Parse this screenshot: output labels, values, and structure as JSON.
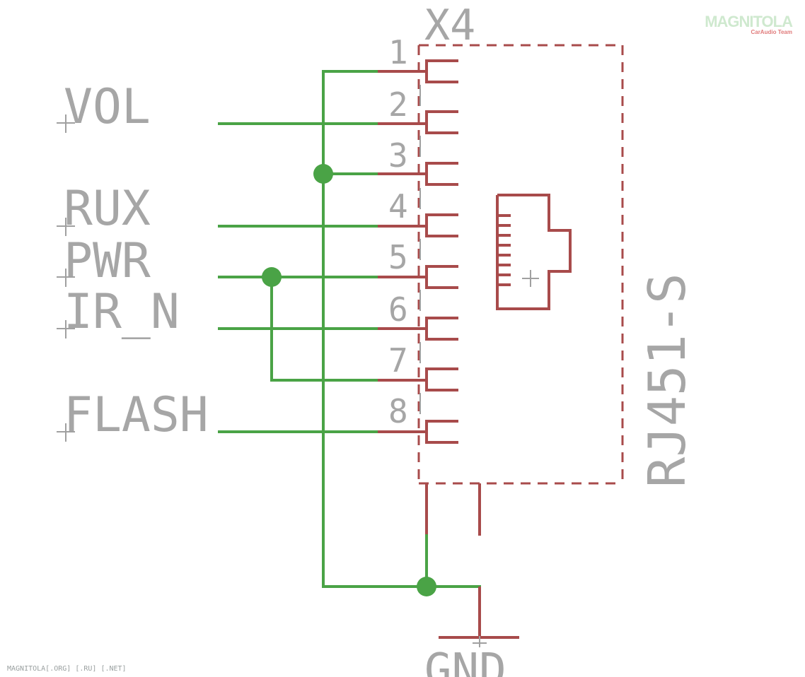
{
  "connector": {
    "reference": "X4",
    "value": "RJ451-S",
    "pins": [
      "1",
      "2",
      "3",
      "4",
      "5",
      "6",
      "7",
      "8"
    ]
  },
  "nets": [
    "VOL",
    "RUX",
    "PWR",
    "IR_N",
    "FLASH"
  ],
  "ground": "GND",
  "watermark": {
    "brand": "MAGNITOLA",
    "sub": "CarAudio Team"
  },
  "footer": "MAGNITOLA[.ORG] [.RU] [.NET]",
  "colors": {
    "wire": "#4aa346",
    "part": "#a84b4b",
    "label": "#a6a6a6"
  }
}
